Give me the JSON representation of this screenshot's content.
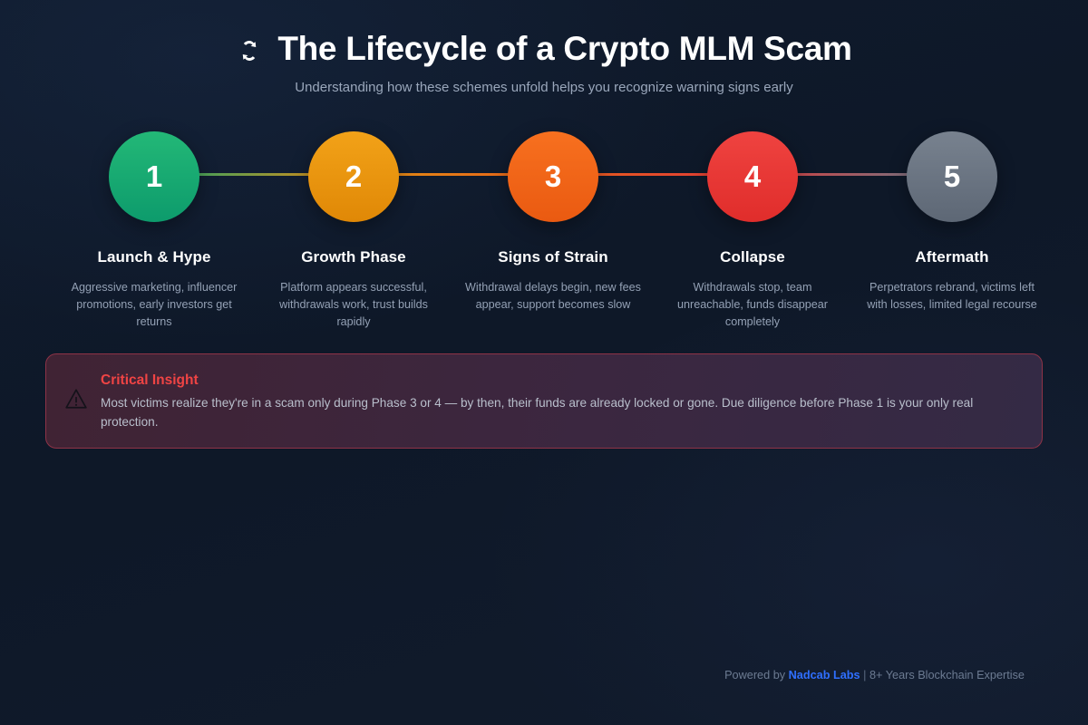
{
  "header": {
    "icon": "recycle-cycle-icon",
    "title": "The Lifecycle of a Crypto MLM Scam",
    "subtitle": "Understanding how these schemes unfold helps you recognize warning signs early"
  },
  "timeline": {
    "steps": [
      {
        "number": "1",
        "label": "Launch & Hype",
        "description": "Aggressive marketing, influencer promotions, early investors get returns",
        "color_top": "#23b877",
        "color_bottom": "#0d9b6c"
      },
      {
        "number": "2",
        "label": "Growth Phase",
        "description": "Platform appears successful, withdrawals work, trust builds rapidly",
        "color_top": "#f2a218",
        "color_bottom": "#e08806"
      },
      {
        "number": "3",
        "label": "Signs of Strain",
        "description": "Withdrawal delays begin, new fees appear, support becomes slow",
        "color_top": "#f7701f",
        "color_bottom": "#ea5a11"
      },
      {
        "number": "4",
        "label": "Collapse",
        "description": "Withdrawals stop, team unreachable, funds disappear completely",
        "color_top": "#ef4340",
        "color_bottom": "#e02d2b"
      },
      {
        "number": "5",
        "label": "Aftermath",
        "description": "Perpetrators rebrand, victims left with losses, limited legal recourse",
        "color_top": "#78828f",
        "color_bottom": "#5d6775"
      }
    ],
    "connector_colors": [
      "#15a970",
      "#e09214",
      "#e8621a",
      "#e03a38",
      "#6c7687"
    ]
  },
  "insight": {
    "icon": "warning-triangle-icon",
    "title": "Critical Insight",
    "text": "Most victims realize they're in a scam only during Phase 3 or 4 — by then, their funds are already locked or gone. Due diligence before Phase 1 is your only real protection.",
    "title_color": "#f04444",
    "border_color": "#8e3347"
  },
  "footer": {
    "prefix": "Powered by ",
    "brand": "Nadcab Labs",
    "separator": " | ",
    "suffix": "8+ Years Blockchain Expertise",
    "brand_color": "#2f6fff"
  }
}
